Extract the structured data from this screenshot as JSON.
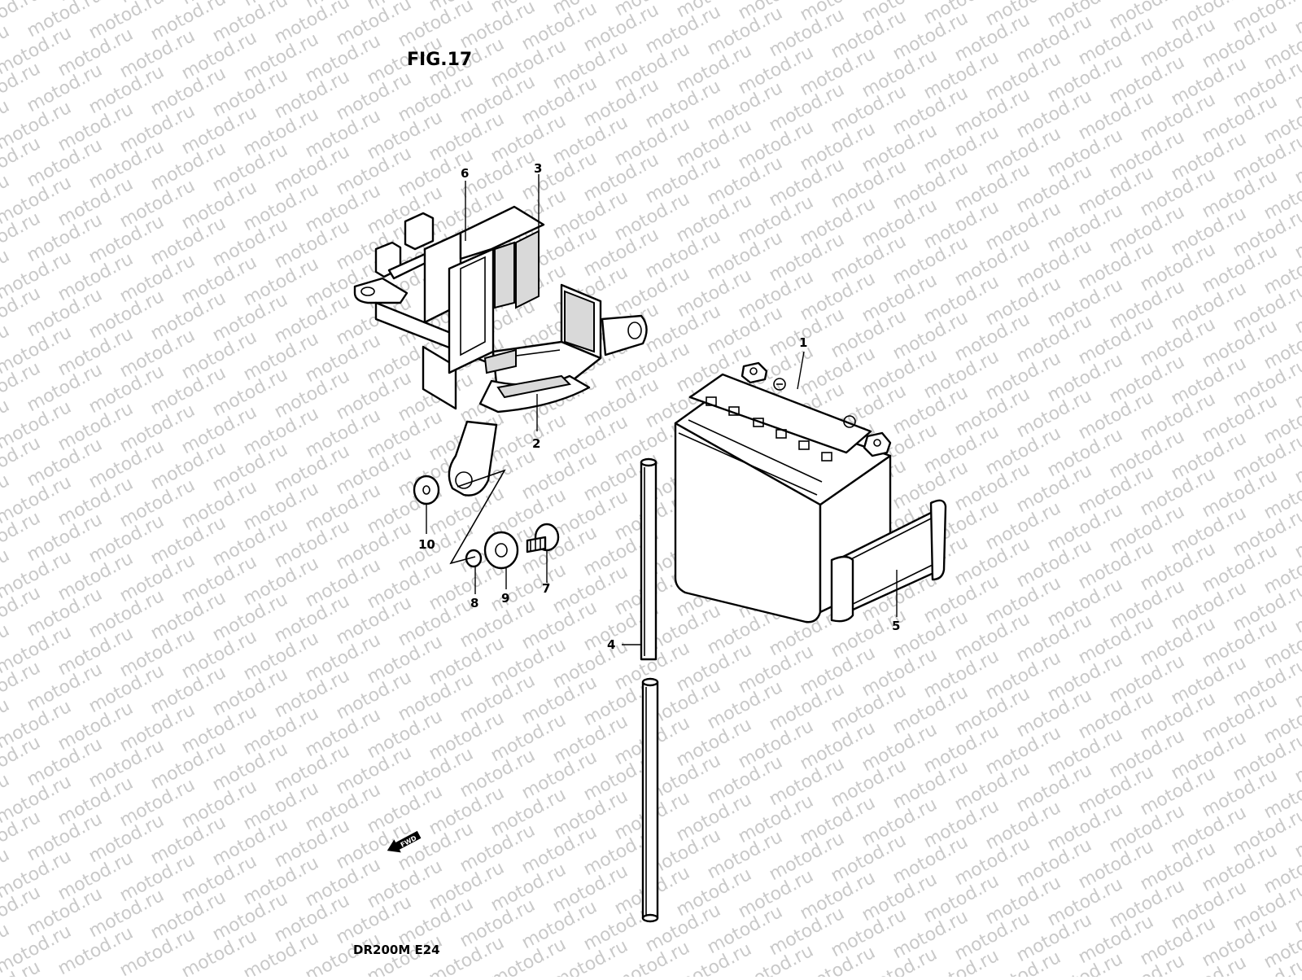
{
  "figure": {
    "title": "FIG.17",
    "model_code": "DR200M E24",
    "fwd_label": "FWD"
  },
  "watermark": "motod.ru",
  "parts": [
    {
      "id": "p1",
      "callout": "1"
    },
    {
      "id": "p2",
      "callout": "2"
    },
    {
      "id": "p3",
      "callout": "3"
    },
    {
      "id": "p4",
      "callout": "4"
    },
    {
      "id": "p5",
      "callout": "5"
    },
    {
      "id": "p6",
      "callout": "6"
    },
    {
      "id": "p7",
      "callout": "7"
    },
    {
      "id": "p8",
      "callout": "8"
    },
    {
      "id": "p9",
      "callout": "9"
    },
    {
      "id": "p10",
      "callout": "10"
    }
  ]
}
